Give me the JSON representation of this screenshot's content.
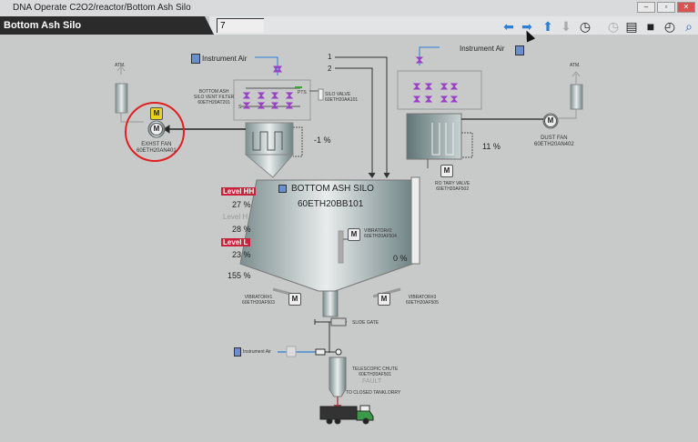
{
  "window": {
    "title": "DNA Operate C2O2/reactor/Bottom Ash Silo",
    "minimize": "–",
    "maximize": "▫",
    "close": "✕"
  },
  "header": {
    "title": "Bottom Ash Silo",
    "page_input": "7"
  },
  "toolbar": {
    "back": "back-arrow",
    "forward": "forward-arrow",
    "up": "up-arrow",
    "down": "down-arrow",
    "history": "clock",
    "print": "printer",
    "snapshot": "camera",
    "alarms": "alarm-clock",
    "search": "search"
  },
  "diagram": {
    "instrument_air_top": "Instrument Air",
    "instrument_air_right": "Instrument Air",
    "instrument_air_bottom": "Instrument Air",
    "atm_left": "ATM.",
    "atm_right": "ATM.",
    "vent_filter": [
      "BOTTOM ASH",
      "SILO VENT FILTER",
      "60ETH20AT201"
    ],
    "silo_valve": [
      "SILO VALVE",
      "60ETH20AA101"
    ],
    "pts": "PTS",
    "s": "S",
    "exhaust_fan": {
      "motor_flag": "M",
      "motor": "M",
      "name": "EXHST FAN",
      "tag": "60ETH20AN401"
    },
    "vent_filter_dp": "-1 %",
    "line1": "1",
    "line2": "2",
    "dust_filter_dp": "11 %",
    "rotary_valve": {
      "motor": "M",
      "name": "RO TARY VALVE",
      "tag": "60ETH20AF502"
    },
    "dust_fan": {
      "motor": "M",
      "name": "DUST FAN",
      "tag": "60ETH20AN402"
    },
    "silo": {
      "name": "BOTTOM ASH SILO",
      "tag": "60ETH20BB101",
      "level": "0 %",
      "level_value": 0
    },
    "levels": [
      {
        "label": "Level HH",
        "value": "27 %",
        "alarm": true
      },
      {
        "label": "Level H",
        "value": "28 %",
        "alarm": false
      },
      {
        "label": "Level L",
        "value": "23 %",
        "alarm": true
      }
    ],
    "extra_value": "155 %",
    "vibrator1": {
      "motor": "M",
      "name": "VIBRATOR#1",
      "tag": "60ETH20AF503"
    },
    "vibrator2": {
      "motor": "M",
      "name": "VIBRATOR#2",
      "tag": "60ETH20AF504"
    },
    "vibrator3": {
      "motor": "M",
      "name": "VIBRATOR#3",
      "tag": "60ETH20AF505"
    },
    "slide_gate": "SLIDE GATE",
    "chute": {
      "name": "TELESCOPIC CHUTE",
      "tag": "60ETH20AF501",
      "status": "FAULT",
      "destination": "TO CLOSED TANKLORRY"
    }
  },
  "colors": {
    "alarm": "#c8233a",
    "valve": "#9b3fc9",
    "air": "#2b7fd6",
    "highlight": "#e02020"
  }
}
